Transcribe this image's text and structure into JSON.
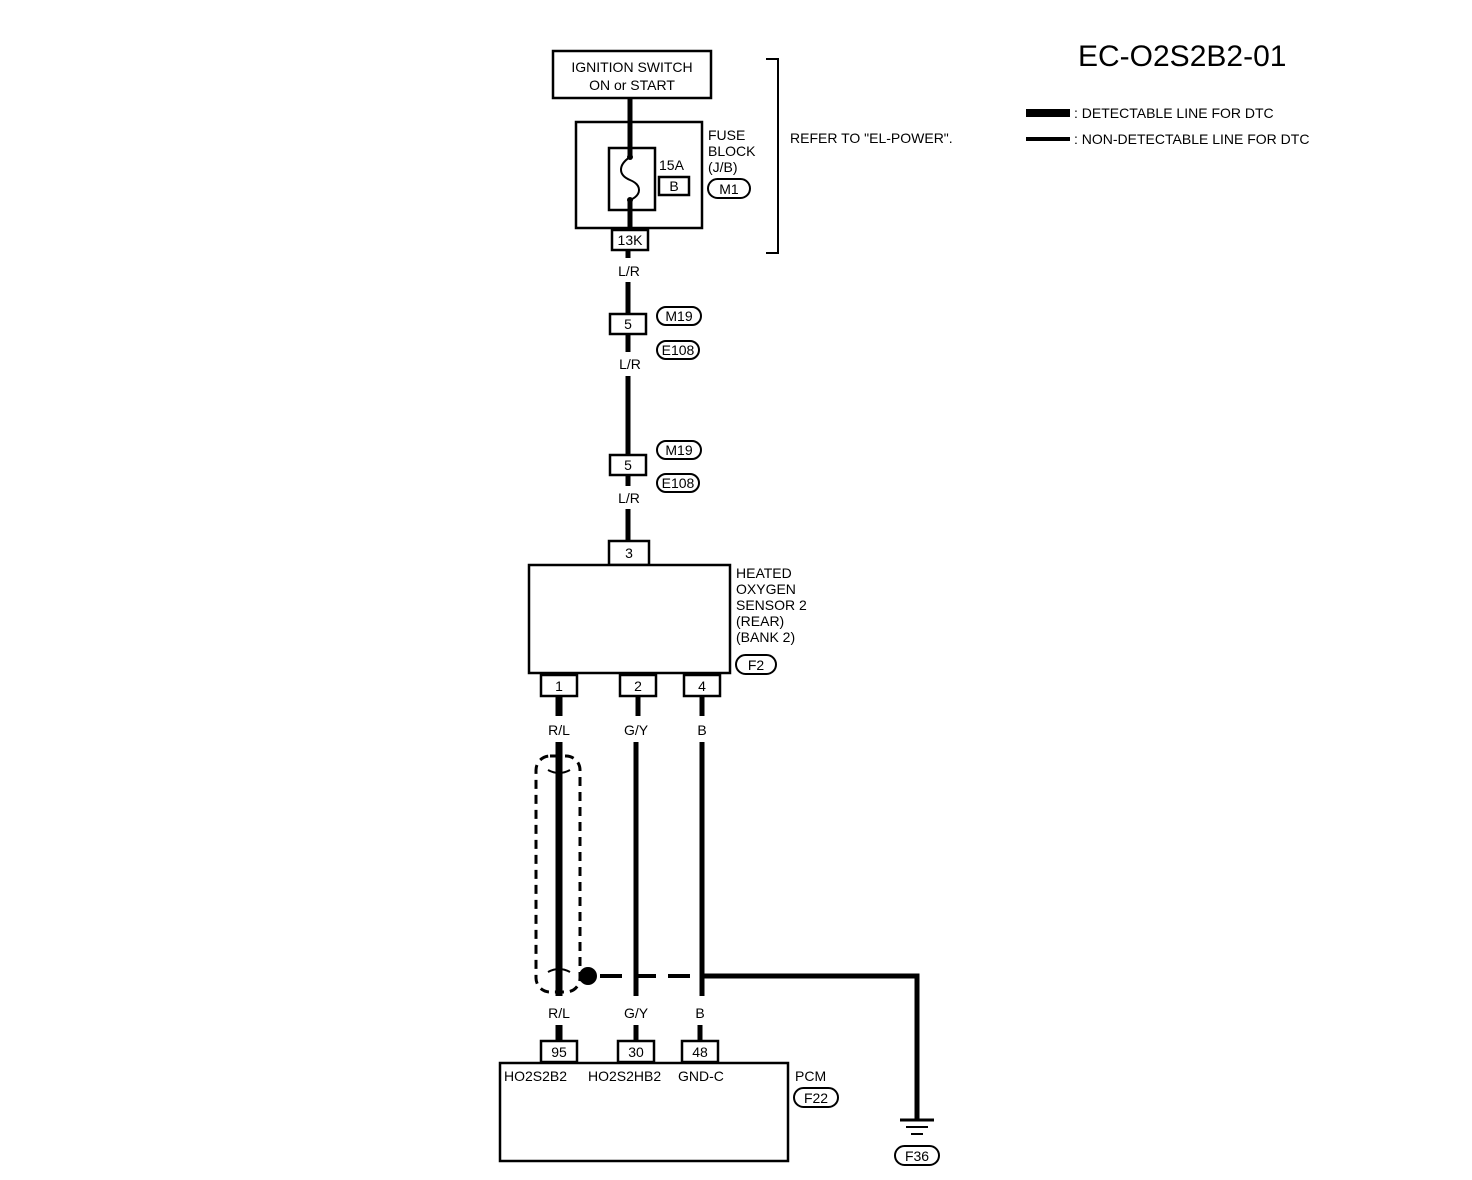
{
  "diagram_code": "EC-O2S2B2-01",
  "legend": {
    "detectable": ": DETECTABLE LINE FOR DTC",
    "non_detectable": ": NON-DETECTABLE LINE FOR DTC"
  },
  "ignition": {
    "line1": "IGNITION SWITCH",
    "line2": "ON or START"
  },
  "fuse_block": {
    "line1": "FUSE",
    "line2": "BLOCK",
    "line3": "(J/B)",
    "connector": "M1",
    "fuse_rating": "15A",
    "fuse_id": "B",
    "terminal": "13K"
  },
  "refer": "REFER TO \"EL-POWER\".",
  "wire_colors": {
    "lr_1": "L/R",
    "lr_2": "L/R",
    "lr_3": "L/R",
    "rl_top": "R/L",
    "gy_top": "G/Y",
    "b_top": "B",
    "rl_bottom": "R/L",
    "gy_bottom": "G/Y",
    "b_bottom": "B"
  },
  "joint_1": {
    "pin": "5",
    "conn_a": "M19",
    "conn_b": "E108"
  },
  "joint_2": {
    "pin": "5",
    "conn_a": "M19",
    "conn_b": "E108"
  },
  "sensor": {
    "line1": "HEATED",
    "line2": "OXYGEN",
    "line3": "SENSOR 2",
    "line4": "(REAR)",
    "line5": "(BANK 2)",
    "connector": "F2",
    "pin_top": "3",
    "pin_1": "1",
    "pin_2": "2",
    "pin_4": "4"
  },
  "pcm": {
    "label": "PCM",
    "connector": "F22",
    "pin_95": "95",
    "pin_30": "30",
    "pin_48": "48",
    "term_1": "HO2S2B2",
    "term_2": "HO2S2HB2",
    "term_3": "GND-C"
  },
  "ground": {
    "connector": "F36"
  }
}
